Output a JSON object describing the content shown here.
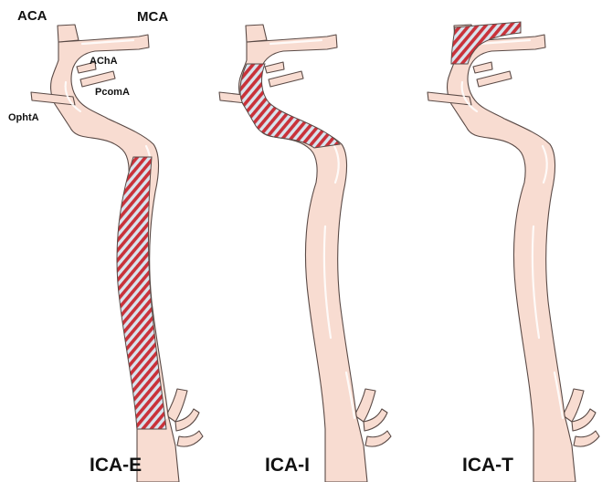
{
  "labels": {
    "aca": "ACA",
    "mca": "MCA",
    "acha": "AChA",
    "pcoma": "PcomA",
    "ophta": "OphtA"
  },
  "panels": [
    {
      "title": "ICA-E",
      "highlight": "extracranial segment"
    },
    {
      "title": "ICA-I",
      "highlight": "intracranial segment"
    },
    {
      "title": "ICA-T",
      "highlight": "terminal segment"
    }
  ],
  "colors": {
    "vessel_fill": "#f8dcd1",
    "outline": "#5a4a46",
    "hatch_red": "#c9323a",
    "hatch_blue": "#d8e4ee"
  }
}
